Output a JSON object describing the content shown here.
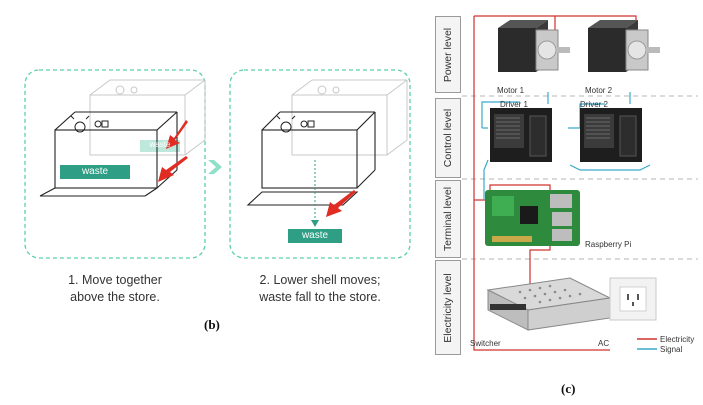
{
  "panel_b": {
    "step1": {
      "label_line1": "1. Move together",
      "label_line2": "above the store.",
      "waste": "waste",
      "waste_ghost": "waste"
    },
    "step2": {
      "label_line1": "2. Lower shell moves;",
      "label_line2": "waste fall to the store.",
      "waste": "waste"
    },
    "tag": "(b)"
  },
  "panel_c": {
    "levels": [
      "Power level",
      "Control level",
      "Terminal level",
      "Electricity level"
    ],
    "components": {
      "motor1": "Motor 1",
      "motor2": "Motor 2",
      "driver1": "Driver 1",
      "driver2": "Driver 2",
      "pi": "Raspberry Pi",
      "switcher": "Switcher",
      "ac": "AC"
    },
    "legend": [
      {
        "label": "Electricity",
        "color": "#d0312d"
      },
      {
        "label": "Signal",
        "color": "#3aa9c9"
      }
    ],
    "tag": "(c)"
  },
  "colors": {
    "accent": "#2e9e84",
    "dash": "#5ccfae",
    "arrow": "#e02c22",
    "wire_power": "#d0312d",
    "wire_signal": "#3aa9c9"
  }
}
